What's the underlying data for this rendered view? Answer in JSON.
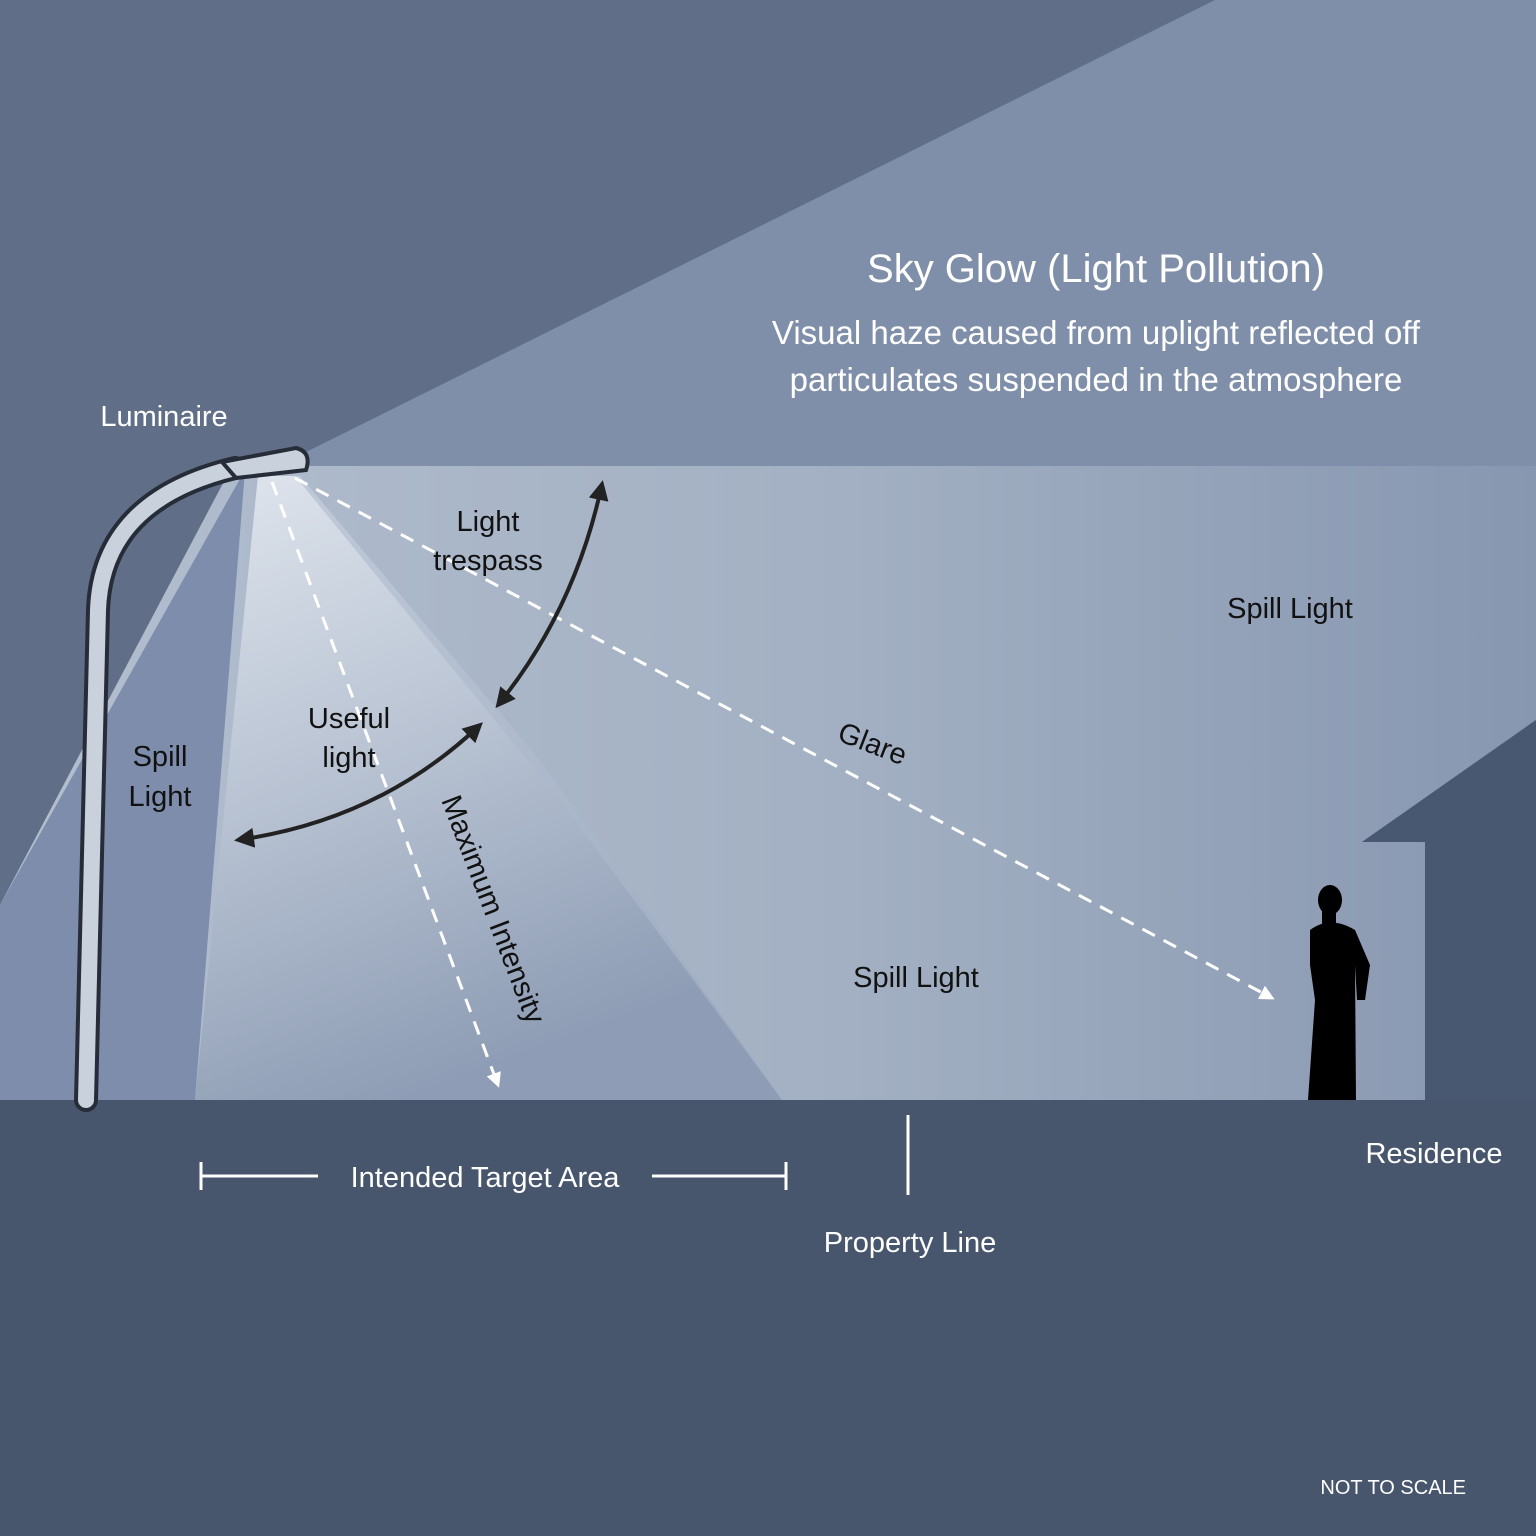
{
  "title": "Sky Glow (Light Pollution)",
  "subtitle_line1": "Visual haze caused from uplight reflected off",
  "subtitle_line2": "particulates suspended in the atmosphere",
  "labels": {
    "luminaire": "Luminaire",
    "light_trespass_1": "Light",
    "light_trespass_2": "trespass",
    "spill_light_right": "Spill Light",
    "spill_light_left_1": "Spill",
    "spill_light_left_2": "Light",
    "useful_light_1": "Useful",
    "useful_light_2": "light",
    "glare": "Glare",
    "maximum_intensity": "Maximum Intensity",
    "spill_light_center": "Spill Light",
    "intended_target_area": "Intended Target Area",
    "property_line": "Property Line",
    "residence": "Residence",
    "not_to_scale": "NOT TO SCALE"
  },
  "colors": {
    "sky_dark": "#606e87",
    "sky_glow": "#7f8faa",
    "ground": "#47566d",
    "residence": "#485870",
    "label_light": "#ffffff",
    "label_dark": "#111111",
    "arrow": "#222222"
  }
}
